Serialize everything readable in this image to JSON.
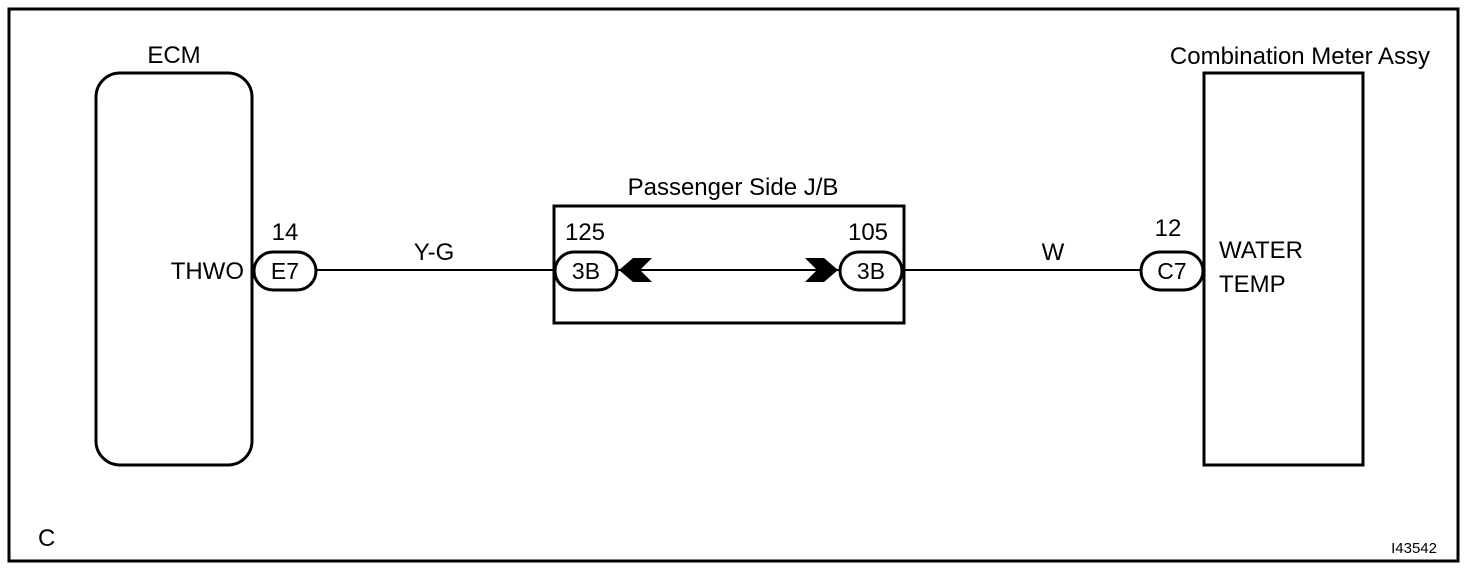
{
  "components": {
    "ecm": {
      "title": "ECM",
      "terminal_name": "THWO",
      "pin": "14",
      "connector": "E7"
    },
    "junction_block": {
      "title": "Passenger Side J/B",
      "left_pin": "125",
      "left_connector": "3B",
      "right_pin": "105",
      "right_connector": "3B"
    },
    "meter": {
      "title": "Combination Meter Assy",
      "pin": "12",
      "connector": "C7",
      "terminal_line1": "WATER",
      "terminal_line2": "TEMP"
    }
  },
  "wires": {
    "ecm_to_jb_color": "Y-G",
    "jb_to_meter_color": "W"
  },
  "footer": {
    "corner_mark": "C",
    "figure_id": "I43542"
  }
}
